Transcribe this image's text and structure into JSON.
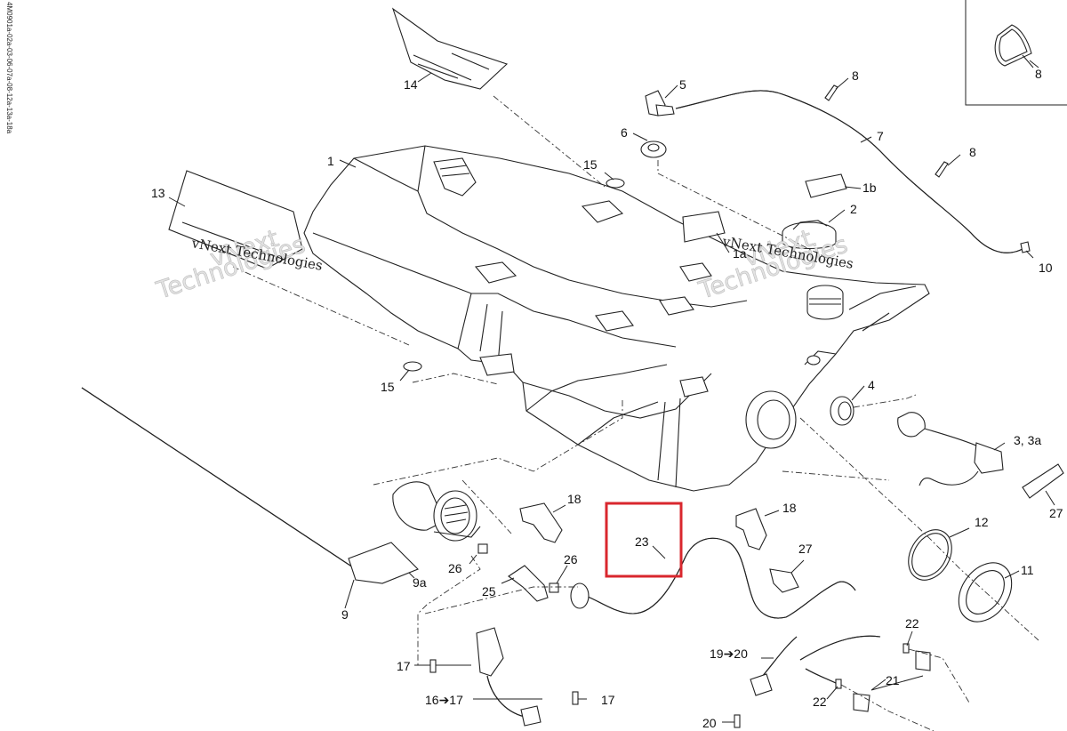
{
  "ref_code": "4M0901a-02a-03-06-07a-08-12a-13a-18a",
  "watermark": {
    "line1": "vNext",
    "line2": "Technologies",
    "label": "vNext Technologies"
  },
  "callouts": {
    "c1": "1",
    "c1a": "1a",
    "c1b": "1b",
    "c2": "2",
    "c3": "3, 3a",
    "c4": "4",
    "c5": "5",
    "c6": "6",
    "c7": "7",
    "c8a": "8",
    "c8b": "8",
    "c8inset": "8",
    "c9": "9",
    "c9a": "9a",
    "c10": "10",
    "c11": "11",
    "c12": "12",
    "c13": "13",
    "c14": "14",
    "c15a": "15",
    "c15b": "15",
    "c16": "16➔17",
    "c17a": "17",
    "c17b": "17",
    "c18a": "18",
    "c18b": "18",
    "c19": "19➔20",
    "c20": "20",
    "c21": "21",
    "c22a": "22",
    "c22b": "22",
    "c23": "23",
    "c25": "25",
    "c26a": "26",
    "c26b": "26",
    "c27a": "27",
    "c27b": "27"
  },
  "highlight": {
    "part": "23",
    "color": "#d9272e"
  }
}
